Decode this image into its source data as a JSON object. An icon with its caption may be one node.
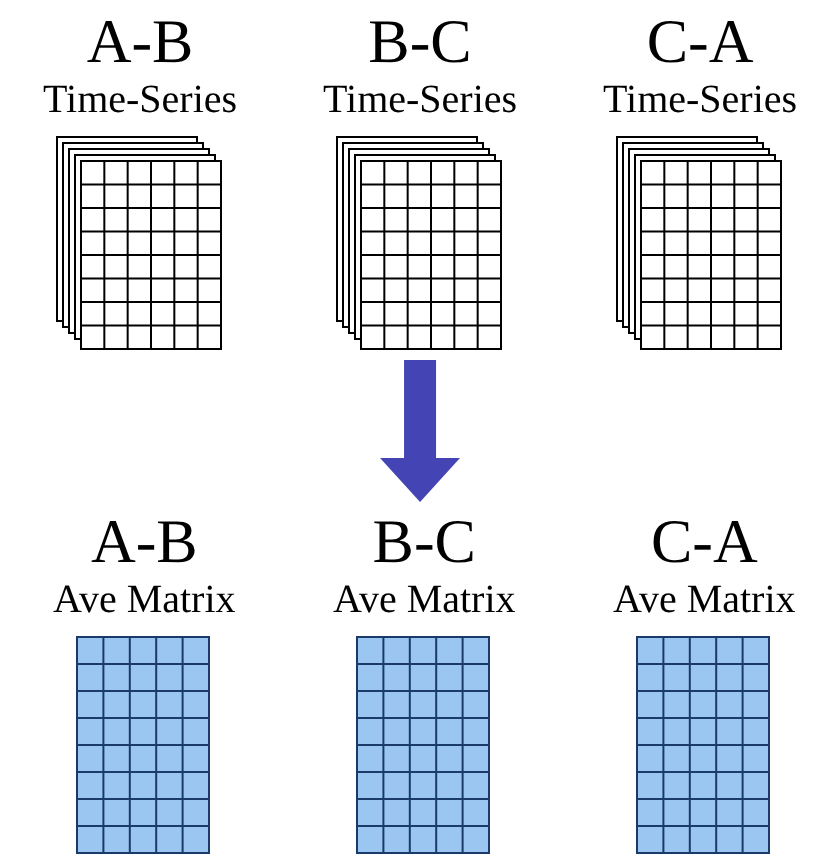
{
  "diagram": {
    "nodes": [
      {
        "text": [
          "A-B",
          "Time-Series"
        ]
      },
      {
        "text": [
          "B-C",
          "Time-Series"
        ]
      },
      {
        "text": [
          "C-A",
          "Time-Series"
        ]
      },
      {
        "text": [
          "A-B",
          "Ave Matrix"
        ]
      },
      {
        "text": [
          "B-C",
          "Ave Matrix"
        ]
      },
      {
        "text": [
          "C-A",
          "Ave Matrix"
        ]
      }
    ],
    "edges": [
      {
        "from": 1,
        "to": 4,
        "arrow": "to",
        "color": "#4444b4"
      }
    ]
  }
}
